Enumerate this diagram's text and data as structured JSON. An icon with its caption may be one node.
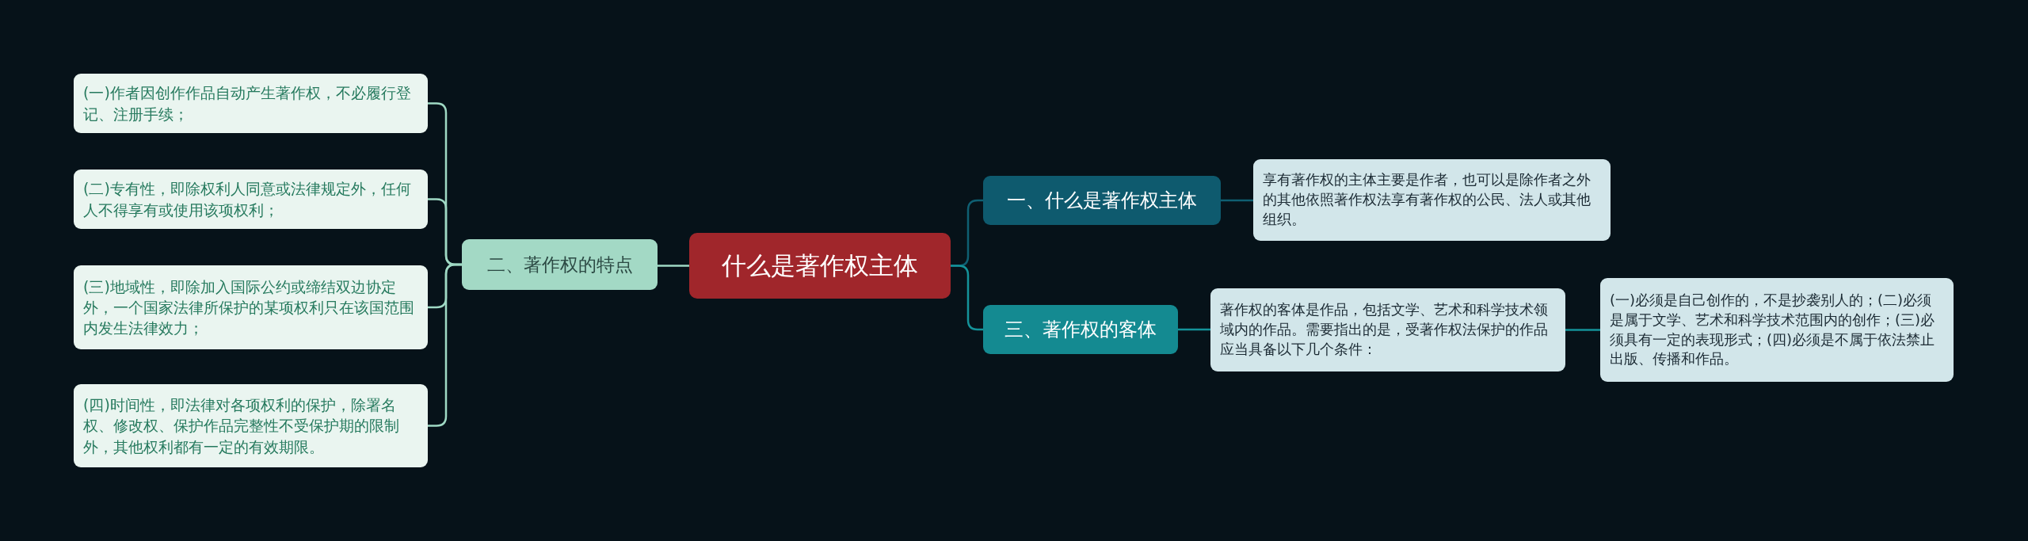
{
  "diagram": {
    "nodes": [
      {
        "text": [
          "什么是著作权主体"
        ]
      },
      {
        "text": [
          "一、什么是著作权主体"
        ]
      },
      {
        "text": [
          "享有著作权的主体主要是作者，也可以是除作者之外的其他依照著作权法享有著作权的公民、法人或其他组织。"
        ]
      },
      {
        "text": [
          "二、著作权的特点"
        ]
      },
      {
        "text": [
          "(一)作者因创作作品自动产生著作权，不必履行登记、注册手续；"
        ]
      },
      {
        "text": [
          "(二)专有性，即除权利人同意或法律规定外，任何人不得享有或使用该项权利；"
        ]
      },
      {
        "text": [
          "(三)地域性，即除加入国际公约或缔结双边协定外，一个国家法律所保护的某项权利只在该国范围内发生法律效力；"
        ]
      },
      {
        "text": [
          "(四)时间性，即法律对各项权利的保护，除署名权、修改权、保护作品完整性不受保护期的限制外，其他权利都有一定的有效期限。"
        ]
      },
      {
        "text": [
          "三、著作权的客体"
        ]
      },
      {
        "text": [
          "著作权的客体是作品，包括文学、艺术和科学技术领域内的作品。需要指出的是，受著作权法保护的作品应当具备以下几个条件："
        ]
      },
      {
        "text": [
          "(一)必须是自己创作的，不是抄袭别人的；(二)必须是属于文学、艺术和科学技术范围内的创作；(三)必须具有一定的表现形式；(四)必须是不属于依法禁止出版、传播和作品。"
        ]
      }
    ],
    "edges": [
      {
        "from": 0,
        "to": 1,
        "arrow": "none",
        "color": "#0f5f72"
      },
      {
        "from": 1,
        "to": 2,
        "arrow": "none",
        "color": "#0f5f72"
      },
      {
        "from": 0,
        "to": 3,
        "arrow": "none",
        "color": "#9fd9c4"
      },
      {
        "from": 3,
        "to": 4,
        "arrow": "none",
        "color": "#9fd9c4"
      },
      {
        "from": 3,
        "to": 5,
        "arrow": "none",
        "color": "#9fd9c4"
      },
      {
        "from": 3,
        "to": 6,
        "arrow": "none",
        "color": "#9fd9c4"
      },
      {
        "from": 3,
        "to": 7,
        "arrow": "none",
        "color": "#9fd9c4"
      },
      {
        "from": 0,
        "to": 8,
        "arrow": "none",
        "color": "#14939a"
      },
      {
        "from": 8,
        "to": 9,
        "arrow": "none",
        "color": "#14939a"
      },
      {
        "from": 9,
        "to": 10,
        "arrow": "none",
        "color": "#14939a"
      }
    ]
  }
}
